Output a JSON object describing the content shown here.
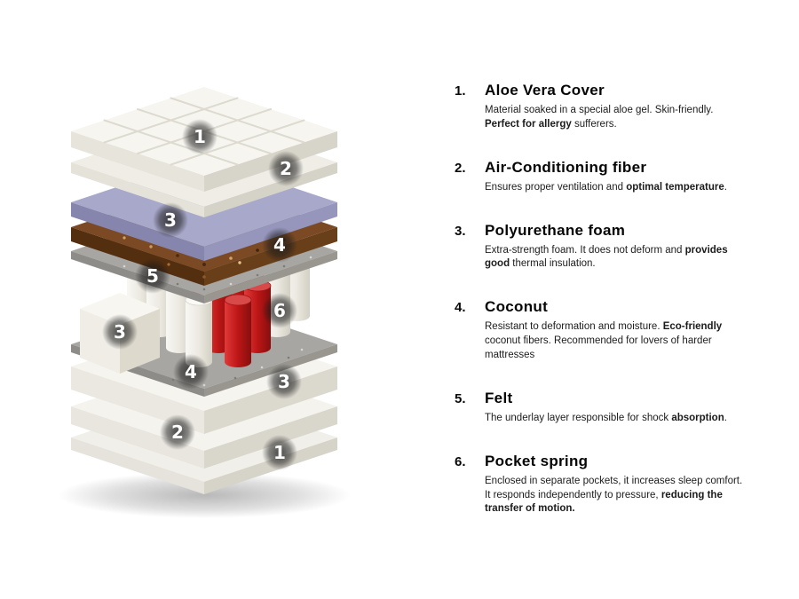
{
  "diagram": {
    "badges": [
      {
        "n": "1"
      },
      {
        "n": "2"
      },
      {
        "n": "3"
      },
      {
        "n": "4"
      },
      {
        "n": "5"
      },
      {
        "n": "3"
      },
      {
        "n": "6"
      },
      {
        "n": "4"
      },
      {
        "n": "3"
      },
      {
        "n": "2"
      },
      {
        "n": "1"
      }
    ],
    "colors": {
      "accent_purple_top": "#a8a8ca",
      "accent_purple_left": "#8585ad",
      "accent_purple_right": "#9696bd",
      "coconut_top": "#7b4a24",
      "coconut_left": "#542f0f",
      "coconut_right": "#693f1a",
      "felt_top": "#a8a6a2",
      "felt_left": "#8e8c88",
      "felt_right": "#98968f",
      "spring_red": "#bc1616",
      "spring_white": "#ece9e1"
    }
  },
  "legend": {
    "items": [
      {
        "number": "1.",
        "title": "Aloe Vera Cover",
        "desc": [
          {
            "t": "Material soaked in a special aloe gel. Skin-friendly. "
          },
          {
            "t": "Perfect for allergy"
          },
          {
            "t": " sufferers."
          }
        ]
      },
      {
        "number": "2.",
        "title": "Air-Conditioning fiber",
        "desc": [
          {
            "t": "Ensures proper ventilation and "
          },
          {
            "t": "optimal temperature"
          },
          {
            "t": "."
          }
        ]
      },
      {
        "number": "3.",
        "title": "Polyurethane foam",
        "desc": [
          {
            "t": "Extra-strength foam. It does not deform and "
          },
          {
            "t": "provides good"
          },
          {
            "t": " thermal insulation."
          }
        ]
      },
      {
        "number": "4.",
        "title": "Coconut",
        "desc": [
          {
            "t": "Resistant to deformation and moisture. "
          },
          {
            "t": "Eco-friendly"
          },
          {
            "t": " coconut fibers. Recommended for lovers of harder mattresses"
          }
        ]
      },
      {
        "number": "5.",
        "title": "Felt",
        "desc": [
          {
            "t": "The underlay layer responsible for shock "
          },
          {
            "t": "absorption"
          },
          {
            "t": "."
          }
        ]
      },
      {
        "number": "6.",
        "title": "Pocket spring",
        "desc": [
          {
            "t": "Enclosed in separate pockets, it increases sleep comfort. It responds independently to pressure, "
          },
          {
            "t": "reducing the transfer of motion."
          }
        ]
      }
    ]
  }
}
